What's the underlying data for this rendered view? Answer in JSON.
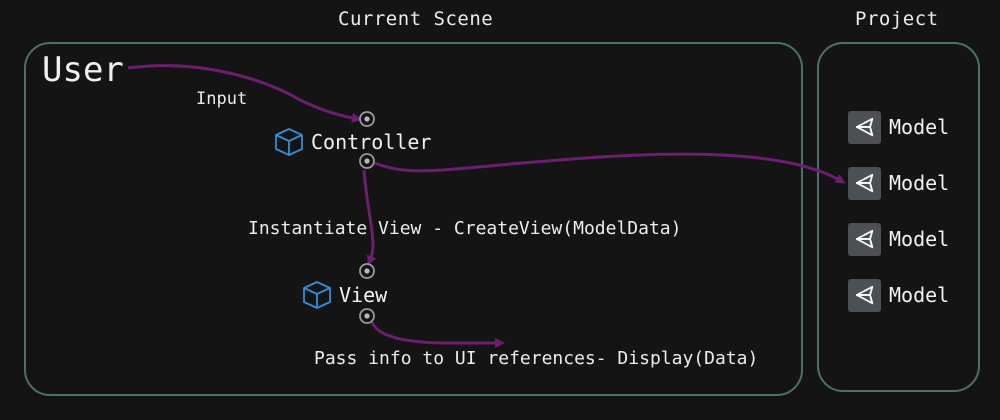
{
  "scene": {
    "title": "Current Scene"
  },
  "project": {
    "title": "Project",
    "models": [
      {
        "label": "Model"
      },
      {
        "label": "Model"
      },
      {
        "label": "Model"
      },
      {
        "label": "Model"
      }
    ]
  },
  "nodes": {
    "user": "User",
    "controller": "Controller",
    "view": "View"
  },
  "edges": {
    "input": "Input",
    "instantiate": "Instantiate View - CreateView(ModelData)",
    "pass_info": "Pass info to UI references- Display(Data)"
  },
  "colors": {
    "background": "#141414",
    "panel_border": "#4c706d",
    "wire": "#6b1f6e",
    "cube_icon": "#2f8fd8",
    "port_ring": "#9a9a9a",
    "model_badge": "#4a5053"
  }
}
